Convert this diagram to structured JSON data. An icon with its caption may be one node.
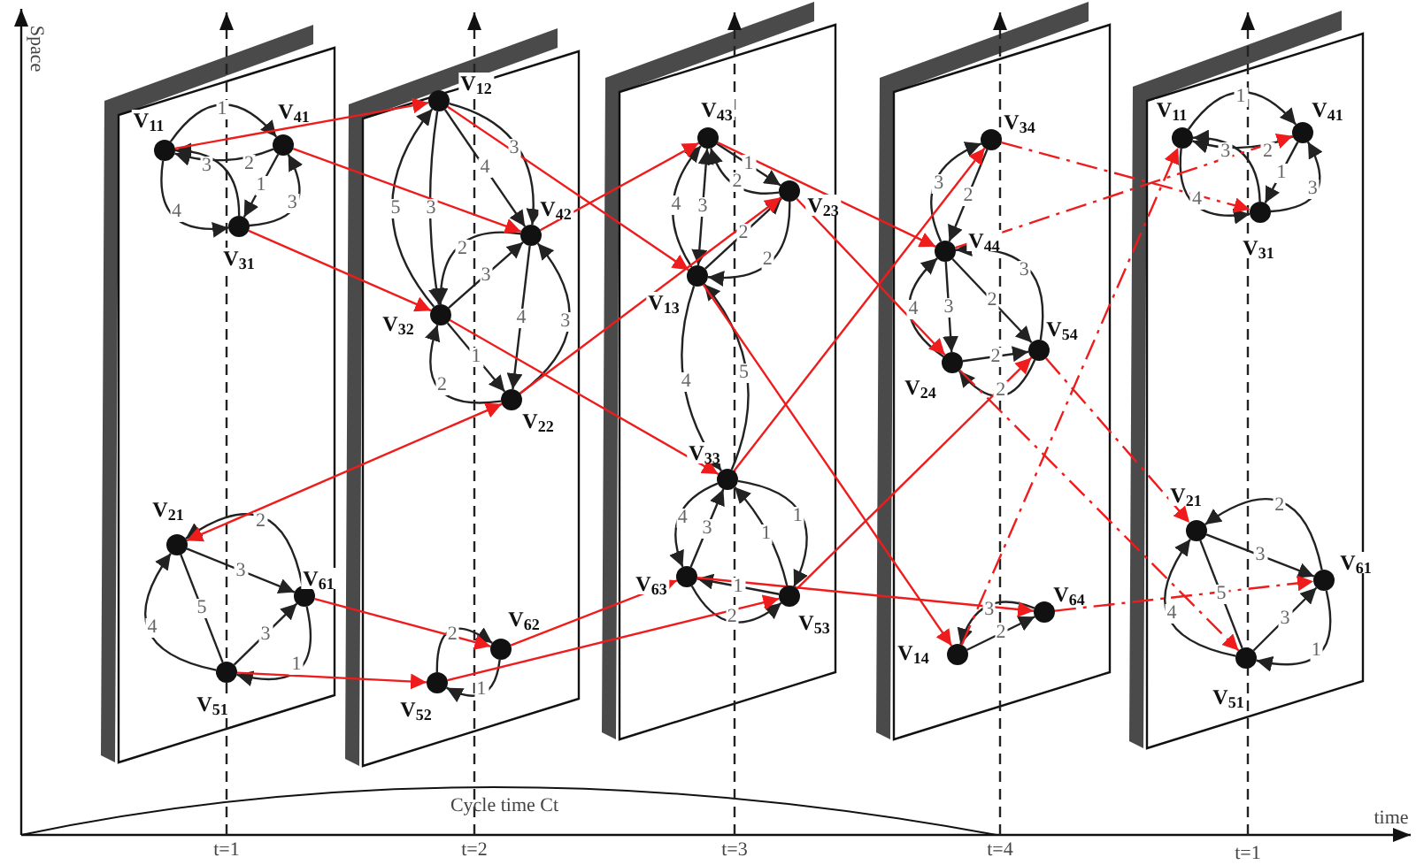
{
  "diagram": {
    "nodes": [
      {
        "text": [],
        "shape": "box"
      },
      {
        "text": [],
        "shape": "circle",
        "in": 0,
        "beside": [
          "V$_{11}$"
        ]
      },
      {
        "text": [],
        "shape": "circle",
        "in": 0,
        "beside": [
          "V$_{41}$"
        ]
      },
      {
        "text": [],
        "shape": "circle",
        "in": 0,
        "beside": [
          "V$_{31}$"
        ]
      },
      {
        "text": [],
        "shape": "circle",
        "in": 0,
        "beside": [
          "V$_{21}$"
        ]
      },
      {
        "text": [],
        "shape": "circle",
        "in": 0,
        "beside": [
          "V$_{61}$"
        ]
      },
      {
        "text": [],
        "shape": "circle",
        "in": 0,
        "beside": [
          "V$_{51}$"
        ]
      },
      {
        "text": [],
        "shape": "box"
      },
      {
        "text": [],
        "shape": "circle",
        "in": 7,
        "beside": [
          "V$_{12}$"
        ]
      },
      {
        "text": [],
        "shape": "circle",
        "in": 7,
        "beside": [
          "V$_{42}$"
        ]
      },
      {
        "text": [],
        "shape": "circle",
        "in": 7,
        "beside": [
          "V$_{32}$"
        ]
      },
      {
        "text": [],
        "shape": "circle",
        "in": 7,
        "beside": [
          "V$_{22}$"
        ]
      },
      {
        "text": [],
        "shape": "circle",
        "in": 7,
        "beside": [
          "V$_{62}$"
        ]
      },
      {
        "text": [],
        "shape": "circle",
        "in": 7,
        "beside": [
          "V$_{52}$"
        ]
      },
      {
        "text": [],
        "shape": "box"
      },
      {
        "text": [],
        "shape": "circle",
        "in": 14,
        "beside": [
          "V$_{43}$"
        ]
      },
      {
        "text": [],
        "shape": "circle",
        "in": 14,
        "beside": [
          "V$_{23}$"
        ]
      },
      {
        "text": [],
        "shape": "circle",
        "in": 14,
        "beside": [
          "V$_{13}$"
        ]
      },
      {
        "text": [],
        "shape": "circle",
        "in": 14,
        "beside": [
          "V$_{33}$"
        ]
      },
      {
        "text": [],
        "shape": "circle",
        "in": 14,
        "beside": [
          "V$_{63}$"
        ]
      },
      {
        "text": [],
        "shape": "circle",
        "in": 14,
        "beside": [
          "V$_{53}$"
        ]
      },
      {
        "text": [],
        "shape": "box"
      },
      {
        "text": [],
        "shape": "circle",
        "in": 21,
        "beside": [
          "V$_{34}$"
        ]
      },
      {
        "text": [],
        "shape": "circle",
        "in": 21,
        "beside": [
          "V$_{44}$"
        ]
      },
      {
        "text": [],
        "shape": "circle",
        "in": 21,
        "beside": [
          "V$_{24}$"
        ]
      },
      {
        "text": [],
        "shape": "circle",
        "in": 21,
        "beside": [
          "V$_{54}$"
        ]
      },
      {
        "text": [],
        "shape": "circle",
        "in": 21,
        "beside": [
          "V$_{14}$"
        ]
      },
      {
        "text": [],
        "shape": "circle",
        "in": 21,
        "beside": [
          "V$_{64}$"
        ]
      },
      {
        "text": [],
        "shape": "box"
      },
      {
        "text": [],
        "shape": "circle",
        "in": 28,
        "beside": [
          "V$_{11}$"
        ]
      },
      {
        "text": [],
        "shape": "circle",
        "in": 28,
        "beside": [
          "V$_{41}$"
        ]
      },
      {
        "text": [],
        "shape": "circle",
        "in": 28,
        "beside": [
          "V$_{31}$"
        ]
      },
      {
        "text": [],
        "shape": "circle",
        "in": 28,
        "beside": [
          "V$_{21}$"
        ]
      },
      {
        "text": [],
        "shape": "circle",
        "in": 28,
        "beside": [
          "V$_{61}$"
        ]
      },
      {
        "text": [],
        "shape": "circle",
        "in": 28,
        "beside": [
          "V$_{51}$"
        ]
      }
    ],
    "edges": [
      {
        "from": 1,
        "to": 2,
        "arrow": "to",
        "label": "1"
      },
      {
        "from": 2,
        "to": 1,
        "arrow": "to",
        "label": "2"
      },
      {
        "from": 3,
        "to": 1,
        "arrow": "to",
        "label": "3"
      },
      {
        "from": 2,
        "to": 3,
        "arrow": "to",
        "label": "1"
      },
      {
        "from": 1,
        "to": 3,
        "arrow": "to",
        "label": "4"
      },
      {
        "from": 3,
        "to": 2,
        "arrow": "to",
        "label": "3"
      },
      {
        "from": 5,
        "to": 4,
        "arrow": "to",
        "label": "2"
      },
      {
        "from": 4,
        "to": 5,
        "arrow": "to",
        "label": "3"
      },
      {
        "from": 4,
        "to": 6,
        "arrow": "none",
        "label": "5"
      },
      {
        "from": 6,
        "to": 4,
        "arrow": "to",
        "label": "4"
      },
      {
        "from": 6,
        "to": 5,
        "arrow": "to",
        "label": "3"
      },
      {
        "from": 5,
        "to": 6,
        "arrow": "to",
        "label": "1"
      },
      {
        "from": 10,
        "to": 8,
        "arrow": "to",
        "label": "5"
      },
      {
        "from": 8,
        "to": 10,
        "arrow": "to",
        "label": "3"
      },
      {
        "from": 8,
        "to": 9,
        "arrow": "to",
        "label": "3"
      },
      {
        "from": 8,
        "to": 9,
        "arrow": "to",
        "label": "4"
      },
      {
        "from": 9,
        "to": 10,
        "arrow": "to",
        "label": "2"
      },
      {
        "from": 10,
        "to": 9,
        "arrow": "to",
        "label": "3"
      },
      {
        "from": 9,
        "to": 11,
        "arrow": "to",
        "label": "4"
      },
      {
        "from": 11,
        "to": 9,
        "arrow": "to",
        "label": "3"
      },
      {
        "from": 10,
        "to": 11,
        "arrow": "to",
        "label": "1"
      },
      {
        "from": 11,
        "to": 10,
        "arrow": "to",
        "label": "2"
      },
      {
        "from": 13,
        "to": 12,
        "arrow": "to",
        "label": "2"
      },
      {
        "from": 12,
        "to": 13,
        "arrow": "to",
        "label": "1"
      },
      {
        "from": 15,
        "to": 16,
        "arrow": "to",
        "label": "1"
      },
      {
        "from": 16,
        "to": 15,
        "arrow": "to",
        "label": "2"
      },
      {
        "from": 17,
        "to": 15,
        "arrow": "to",
        "label": "4"
      },
      {
        "from": 15,
        "to": 17,
        "arrow": "both",
        "label": "3"
      },
      {
        "from": 17,
        "to": 16,
        "arrow": "to",
        "label": "2"
      },
      {
        "from": 16,
        "to": 17,
        "arrow": "to",
        "label": "2"
      },
      {
        "from": 17,
        "to": 18,
        "arrow": "to",
        "label": "4"
      },
      {
        "from": 18,
        "to": 17,
        "arrow": "to",
        "label": "5"
      },
      {
        "from": 18,
        "to": 19,
        "arrow": "to",
        "label": "4"
      },
      {
        "from": 19,
        "to": 18,
        "arrow": "to",
        "label": "3"
      },
      {
        "from": 20,
        "to": 18,
        "arrow": "to",
        "label": "1"
      },
      {
        "from": 18,
        "to": 20,
        "arrow": "to",
        "label": "1"
      },
      {
        "from": 20,
        "to": 19,
        "arrow": "to",
        "label": "1"
      },
      {
        "from": 19,
        "to": 20,
        "arrow": "to",
        "label": "2"
      },
      {
        "from": 23,
        "to": 22,
        "arrow": "to",
        "label": "3"
      },
      {
        "from": 22,
        "to": 23,
        "arrow": "to",
        "label": "2"
      },
      {
        "from": 23,
        "to": 24,
        "arrow": "to",
        "label": "3"
      },
      {
        "from": 23,
        "to": 25,
        "arrow": "to",
        "label": "2"
      },
      {
        "from": 25,
        "to": 23,
        "arrow": "to",
        "label": "3"
      },
      {
        "from": 24,
        "to": 23,
        "arrow": "to",
        "label": "4"
      },
      {
        "from": 24,
        "to": 25,
        "arrow": "to",
        "label": "2"
      },
      {
        "from": 25,
        "to": 24,
        "arrow": "to",
        "label": "2"
      },
      {
        "from": 27,
        "to": 26,
        "arrow": "to",
        "label": "3"
      },
      {
        "from": 26,
        "to": 27,
        "arrow": "to",
        "label": "2"
      },
      {
        "from": 29,
        "to": 30,
        "arrow": "to",
        "label": "1"
      },
      {
        "from": 30,
        "to": 29,
        "arrow": "to",
        "label": "2"
      },
      {
        "from": 31,
        "to": 29,
        "arrow": "to",
        "label": "3"
      },
      {
        "from": 30,
        "to": 31,
        "arrow": "to",
        "label": "1"
      },
      {
        "from": 29,
        "to": 31,
        "arrow": "to",
        "label": "4"
      },
      {
        "from": 31,
        "to": 30,
        "arrow": "to",
        "label": "3"
      },
      {
        "from": 33,
        "to": 32,
        "arrow": "to",
        "label": "2"
      },
      {
        "from": 32,
        "to": 33,
        "arrow": "to",
        "label": "3"
      },
      {
        "from": 32,
        "to": 34,
        "arrow": "none",
        "label": "5"
      },
      {
        "from": 34,
        "to": 32,
        "arrow": "to",
        "label": "4"
      },
      {
        "from": 34,
        "to": 33,
        "arrow": "to",
        "label": "3"
      },
      {
        "from": 33,
        "to": 34,
        "arrow": "to",
        "label": "1"
      },
      {
        "from": 1,
        "to": 8,
        "arrow": "to",
        "color": "#ee1c1c"
      },
      {
        "from": 2,
        "to": 9,
        "arrow": "to",
        "color": "#ee1c1c"
      },
      {
        "from": 3,
        "to": 10,
        "arrow": "to",
        "color": "#ee1c1c"
      },
      {
        "from": 11,
        "to": 4,
        "arrow": "both",
        "color": "#ee1c1c"
      },
      {
        "from": 5,
        "to": 12,
        "arrow": "to",
        "color": "#ee1c1c"
      },
      {
        "from": 6,
        "to": 13,
        "arrow": "to",
        "color": "#ee1c1c"
      },
      {
        "from": 8,
        "to": 17,
        "arrow": "to",
        "color": "#ee1c1c"
      },
      {
        "from": 9,
        "to": 15,
        "arrow": "to",
        "color": "#ee1c1c"
      },
      {
        "from": 10,
        "to": 18,
        "arrow": "to",
        "color": "#ee1c1c"
      },
      {
        "from": 11,
        "to": 16,
        "arrow": "to",
        "color": "#ee1c1c"
      },
      {
        "from": 12,
        "to": 19,
        "arrow": "to",
        "color": "#ee1c1c"
      },
      {
        "from": 13,
        "to": 20,
        "arrow": "to",
        "color": "#ee1c1c"
      },
      {
        "from": 15,
        "to": 23,
        "arrow": "to",
        "color": "#ee1c1c"
      },
      {
        "from": 16,
        "to": 24,
        "arrow": "to",
        "color": "#ee1c1c"
      },
      {
        "from": 17,
        "to": 26,
        "arrow": "to",
        "color": "#ee1c1c"
      },
      {
        "from": 18,
        "to": 22,
        "arrow": "to",
        "color": "#ee1c1c"
      },
      {
        "from": 19,
        "to": 27,
        "arrow": "to",
        "color": "#ee1c1c"
      },
      {
        "from": 20,
        "to": 25,
        "arrow": "to",
        "color": "#ee1c1c"
      },
      {
        "from": 22,
        "to": 31,
        "arrow": "to",
        "style": "dashed",
        "color": "#ee1c1c"
      },
      {
        "from": 23,
        "to": 30,
        "arrow": "to",
        "style": "dashed",
        "color": "#ee1c1c"
      },
      {
        "from": 26,
        "to": 29,
        "arrow": "to",
        "style": "dashed",
        "color": "#ee1c1c"
      },
      {
        "from": 25,
        "to": 32,
        "arrow": "to",
        "style": "dashed",
        "color": "#ee1c1c"
      },
      {
        "from": 24,
        "to": 34,
        "arrow": "to",
        "style": "dashed",
        "color": "#ee1c1c"
      },
      {
        "from": 27,
        "to": 33,
        "arrow": "to",
        "style": "dashed",
        "color": "#ee1c1c"
      }
    ],
    "labels": [
      "Space",
      "Cycle time Ct",
      "time",
      "t=1",
      "t=2",
      "t=3",
      "t=4",
      "t=1"
    ]
  }
}
